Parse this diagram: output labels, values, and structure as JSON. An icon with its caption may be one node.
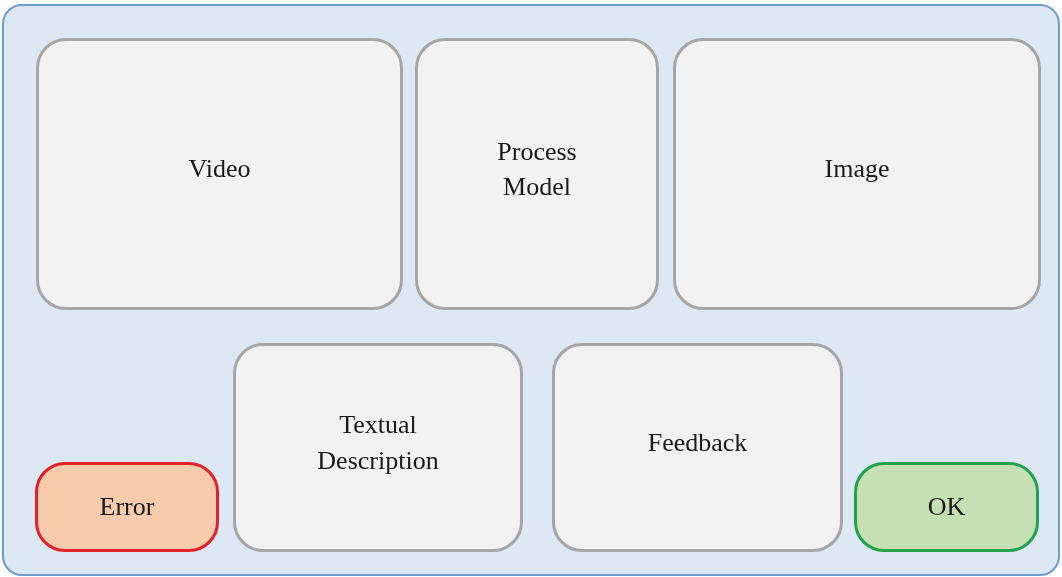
{
  "diagram": {
    "nodes": [
      {
        "text": [],
        "shape": "box"
      },
      {
        "text": [
          "Video"
        ],
        "in": 0
      },
      {
        "text": [
          "Process Model"
        ],
        "in": 0
      },
      {
        "text": [
          "Image"
        ],
        "in": 0
      },
      {
        "text": [
          "Textual Description"
        ],
        "in": 0
      },
      {
        "text": [
          "Feedback"
        ],
        "in": 0
      },
      {
        "text": [
          "Error"
        ],
        "in": 0
      },
      {
        "text": [
          "OK"
        ],
        "in": 0
      }
    ]
  }
}
